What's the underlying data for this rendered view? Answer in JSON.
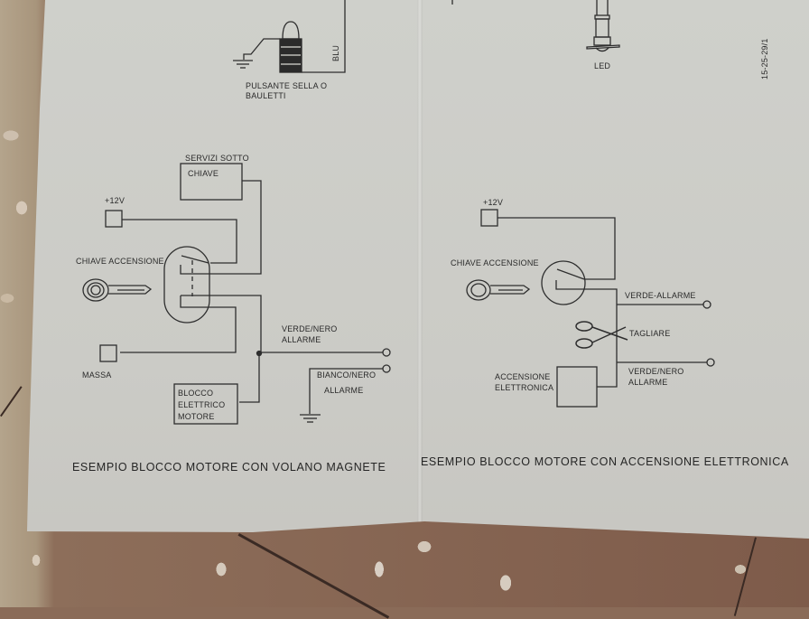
{
  "top_left": {
    "switch_label_line1": "PULSANTE SELLA O",
    "switch_label_line2": "BAULETTI",
    "wire_label": "BLU"
  },
  "top_right": {
    "led_label": "LED",
    "doc_code": "15-25-29/1"
  },
  "diagram_left": {
    "caption": "ESEMPIO BLOCCO MOTORE CON VOLANO MAGNETE",
    "services_line1": "SERVIZI SOTTO",
    "services_line2": "CHIAVE",
    "plus12v": "+12V",
    "ignition_key": "CHIAVE ACCENSIONE",
    "ground": "MASSA",
    "engine_block_line1": "BLOCCO",
    "engine_block_line2": "ELETTRICO",
    "engine_block_line3": "MOTORE",
    "wire1_line1": "VERDE/NERO",
    "wire1_line2": "ALLARME",
    "wire2_line1": "BIANCO/NERO",
    "wire2_line2": "ALLARME"
  },
  "diagram_right": {
    "caption": "ESEMPIO BLOCCO MOTORE CON ACCENSIONE ELETTRONICA",
    "plus12v": "+12V",
    "ignition_key": "CHIAVE ACCENSIONE",
    "wire1": "VERDE-ALLARME",
    "cut": "TAGLIARE",
    "ecu_line1": "ACCENSIONE",
    "ecu_line2": "ELETTRONICA",
    "wire2_line1": "VERDE/NERO",
    "wire2_line2": "ALLARME"
  },
  "colors": {
    "paper": "#cdcdc8",
    "ink": "#2a2a2a",
    "floor": "#8a6b58"
  }
}
